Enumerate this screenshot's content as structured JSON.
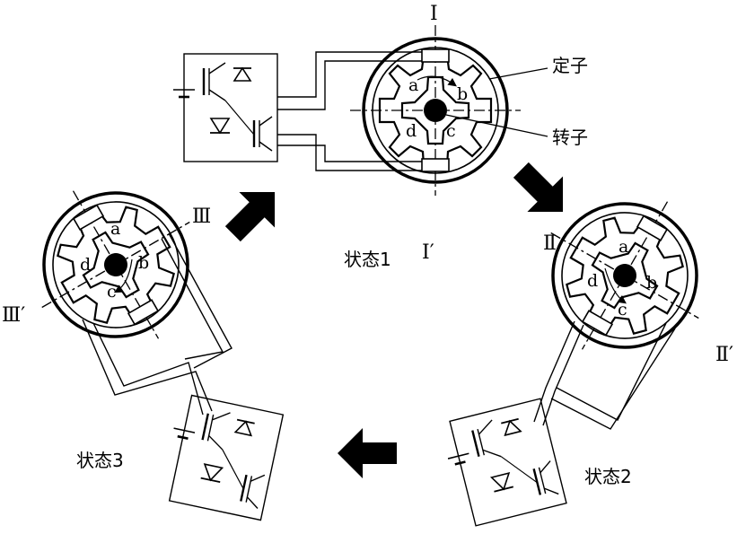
{
  "labels": {
    "stator": "定子",
    "rotor": "转子",
    "state1": "状态1",
    "state2": "状态2",
    "state3": "状态3",
    "axis_I": "I",
    "axis_I_prime": "I′",
    "axis_II": "Ⅱ",
    "axis_II_prime": "Ⅱ′",
    "axis_III": "Ⅲ",
    "axis_III_prime": "Ⅲ′"
  },
  "poles": [
    "a",
    "b",
    "c",
    "d"
  ],
  "colors": {
    "ink": "#000000",
    "paper": "#ffffff"
  },
  "icons": [
    "switched-reluctance-motor-icon",
    "igbt-converter-icon",
    "state-transition-arrow-icon"
  ]
}
